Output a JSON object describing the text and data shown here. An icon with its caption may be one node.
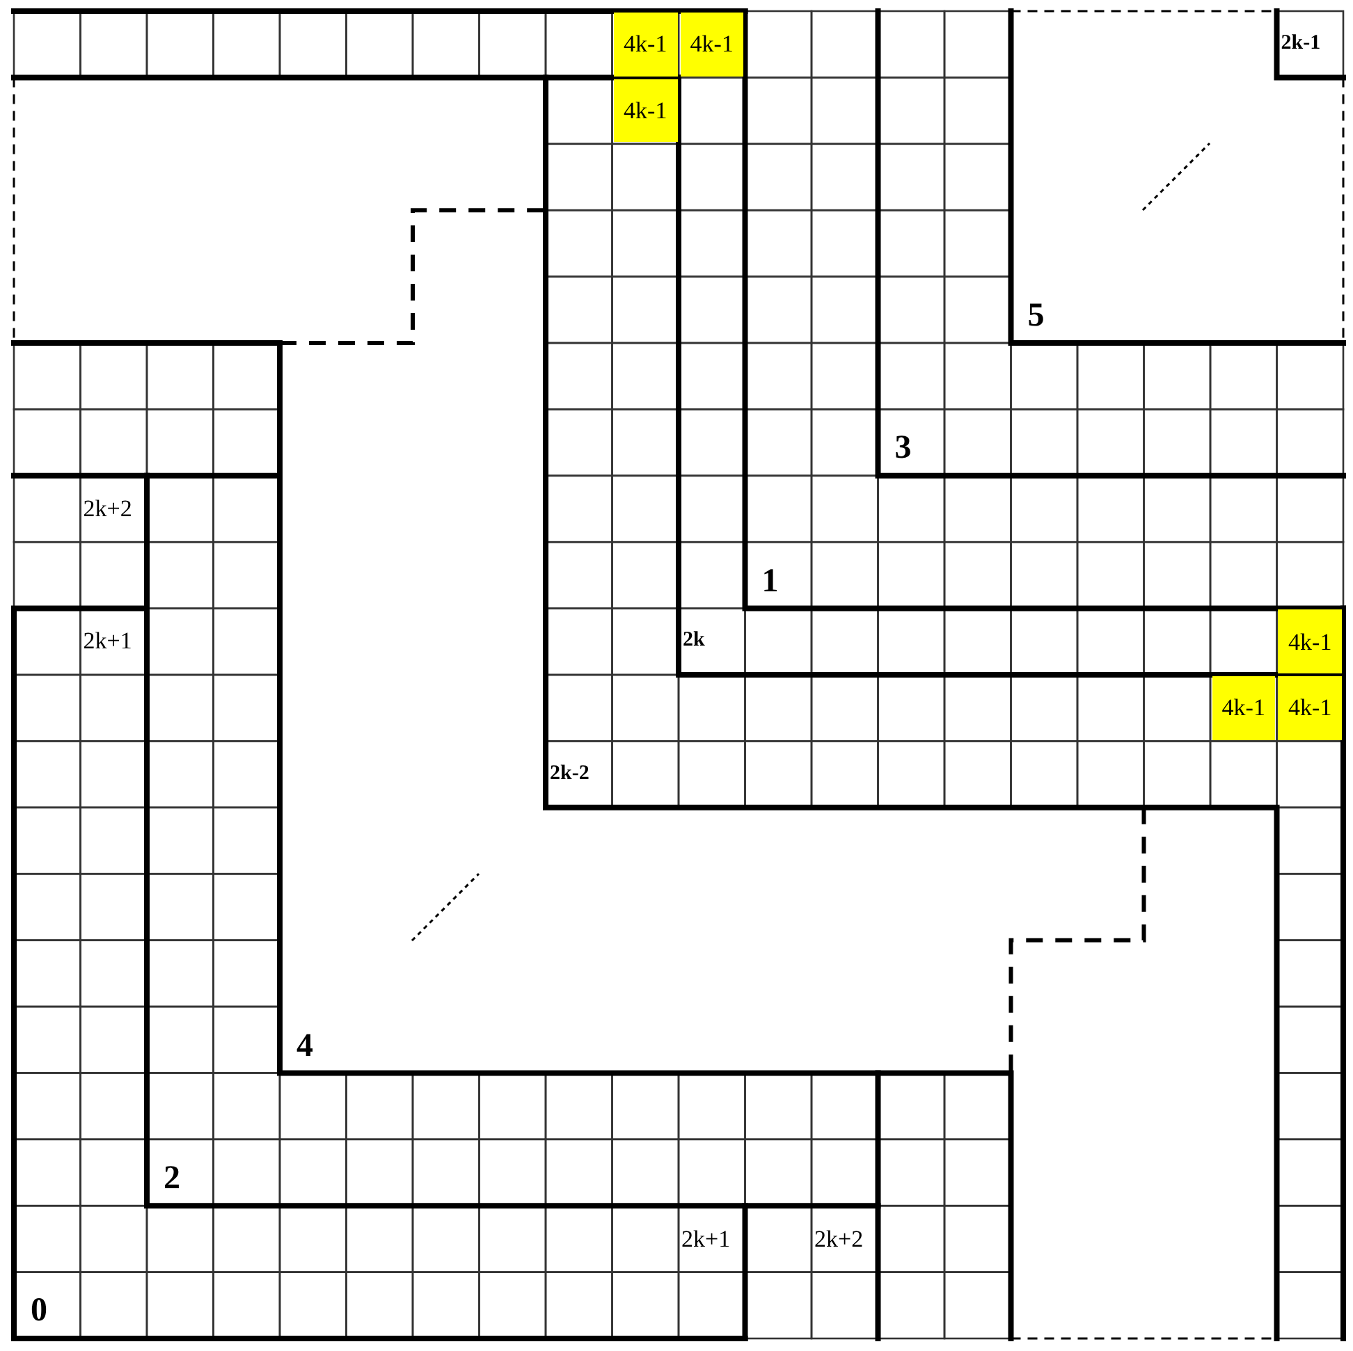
{
  "diagram": {
    "labels": [
      "4k-1",
      "4k-1",
      "2k-1",
      "4k-1",
      "5",
      "3",
      "2k+2",
      "1",
      "2k+1",
      "2k",
      "4k-1",
      "4k-1",
      "4k-1",
      "2k-2",
      "4",
      "2",
      "2k+1",
      "2k+2",
      "0"
    ]
  }
}
